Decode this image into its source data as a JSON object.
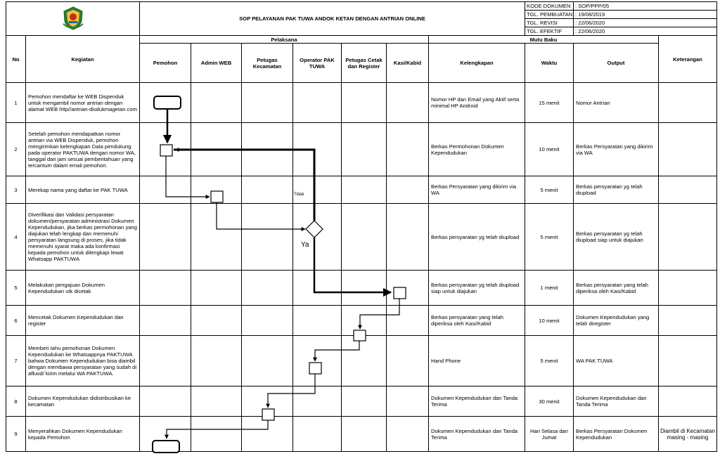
{
  "header": {
    "title": "SOP PELAYANAN  PAK TUWA ANDOK KETAN DENGAN ANTRIAN ONLINE",
    "meta": [
      {
        "label": "KODE DOKUMEN",
        "value": ": SOP/PPP/05"
      },
      {
        "label": "TGL. PEMBUATAN",
        "value": ": 19/08/2019"
      },
      {
        "label": "TGL. REVISI",
        "value": ": 22/06/2020"
      },
      {
        "label": "TGL. EFEKTIF",
        "value": ": 22/06/2020"
      }
    ]
  },
  "columns": {
    "no": "No",
    "kegiatan": "Kegiatan",
    "pelaksana": "Pelaksana",
    "mutu_baku": "Mutu Baku",
    "pemohon": "Pemohon",
    "admin_web": "Admin WEB",
    "petugas_kecamatan": "Petugas Kecamatan",
    "operator": "Operator PAK TUWA",
    "petugas_cetak": "Petugas Cetak dan Register",
    "kasi": "Kasi/Kabid",
    "kelengkapan": "Kelengkapan",
    "waktu": "Waktu",
    "output": "Output",
    "keterangan": "Keterangan"
  },
  "rows": [
    {
      "no": "1",
      "kegiatan": "Pemohon mendaftar ke WEB Dispenduk untuk mengambil nomor antrian dengan alamat WEB  http//antrian-disdukmagetan.com",
      "kelengkapan": "Nomor HP  dan Email yang Aktif serta minimal HP Android",
      "waktu": "15 menit",
      "output": "Nomor Antrian",
      "keterangan": ""
    },
    {
      "no": "2",
      "kegiatan": "Setelah pemohon mendapatkan nomor antrian via WEB Dispenduk, pemohon mengirimkan kelengkapan Data pendukung pada operator PAKTUWA  dengan nomor WA, tanggal dan jam sesuai pemberitahuan yang tercantum dalam email pemohon.",
      "kelengkapan": "Berkas Permohonan Dokumen Kependudukan",
      "waktu": "10 menit",
      "output": "Berkas Persyaratan yang dikirim via WA",
      "keterangan": ""
    },
    {
      "no": "3",
      "kegiatan": "Merekap nama yang daftar ke PAK TUWA",
      "kelengkapan": "Berkas Persyaratan yang dikirim via WA",
      "waktu": "5 menit",
      "output": "Berkas persyaratan yg telah diupload",
      "keterangan": ""
    },
    {
      "no": "4",
      "kegiatan": "Diverifikasi dan Validasi persyaratan dokumen/persyaratan administrasi Dokumen Kependudukan, jika berkas permohonan yang diajukan telah lengkap dan memenuhi persyaratan  langsung di proses, jika tidak memenuhi syarat maka ada konfirmasi kepada pemohon untuk dilengkapi lewat Whatsapp PAKTUWA",
      "kelengkapan": "Berkas persyaratan yg telah diupload",
      "waktu": "5 menit",
      "output": "Berkas persyaratan yg telah diupload siap untuk diajukan",
      "keterangan": ""
    },
    {
      "no": "5",
      "kegiatan": "Melakukan pengajuan Dokumen Kependudukan utk dicetak",
      "kelengkapan": "Berkas persyaratan yg telah diupload siap untuk diajukan",
      "waktu": "1 menit",
      "output": "Berkas persyaratan yang telah diperiksa oleh Kasi/Kabid",
      "keterangan": ""
    },
    {
      "no": "6",
      "kegiatan": "Mencetak Dokumen Kependudukan dan register",
      "kelengkapan": "Berkas persyaratan yang telah diperiksa oleh Kasi/Kabid",
      "waktu": "10 menit",
      "output": "Dokumen Kependudukan yang telah diregister",
      "keterangan": ""
    },
    {
      "no": "7",
      "kegiatan": "Memberi tahu pemohonan Dokumen Kependudukan ke Whatsappnya PAKTUWA bahwa Dokumen Kependudukan bisa diambil dengan membawa persyaratan yang sudah di afluod/ kirim melalui WA PAKTUWA.",
      "kelengkapan": "Hand Phone",
      "waktu": "5 menit",
      "output": "WA PAK TUWA",
      "keterangan": ""
    },
    {
      "no": "8",
      "kegiatan": "Dokumen Kependudukan didistribusikan ke kecamatan",
      "kelengkapan": "Dokumen Kependudukan dan Tanda Terima",
      "waktu": "30 menit",
      "output": "Dokumen Kependudukan dan Tanda Terima",
      "keterangan": ""
    },
    {
      "no": "9",
      "kegiatan": "Menyerahkan Dokumen Kependudukan kepada Pemohon",
      "kelengkapan": "Dokumen Kependudukan dan Tanda Terima",
      "waktu": "Hari Selasa dan Jumat",
      "output": "Berkas Persyaratan Dokumen Kependudukan",
      "keterangan": "Diambil di Kecamatan masing - masing"
    }
  ],
  "flow_labels": {
    "tidak": "Tidak",
    "ya": "Ya"
  },
  "icons": {
    "logo": "regency-crest-icon"
  }
}
